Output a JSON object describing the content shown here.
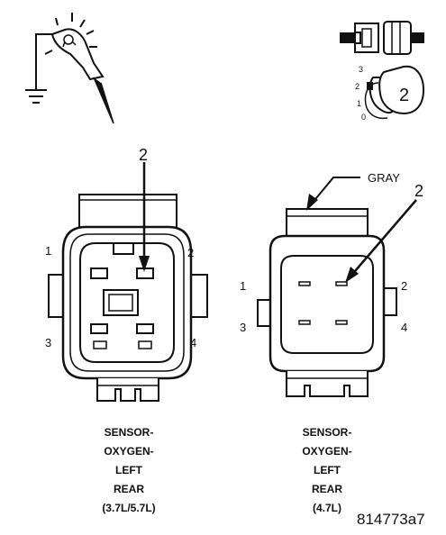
{
  "left_connector": {
    "pin_labels": [
      "1",
      "2",
      "3",
      "4"
    ],
    "callout": "2",
    "caption": [
      "SENSOR-",
      "OXYGEN-",
      "LEFT",
      "REAR",
      "(3.7L/5.7L)"
    ]
  },
  "right_connector": {
    "pin_labels": [
      "1",
      "2",
      "3",
      "4"
    ],
    "callout": "2",
    "wire_color": "GRAY",
    "caption": [
      "SENSOR-",
      "OXYGEN-",
      "LEFT",
      "REAR",
      "(4.7L)"
    ]
  },
  "selector_icon": {
    "scale": [
      "3",
      "2",
      "1",
      "0"
    ],
    "position": "2"
  },
  "figure_id": "814773a7",
  "icons": [
    "test-light-icon",
    "ground-icon",
    "connector-icon",
    "selector-knob-icon"
  ]
}
